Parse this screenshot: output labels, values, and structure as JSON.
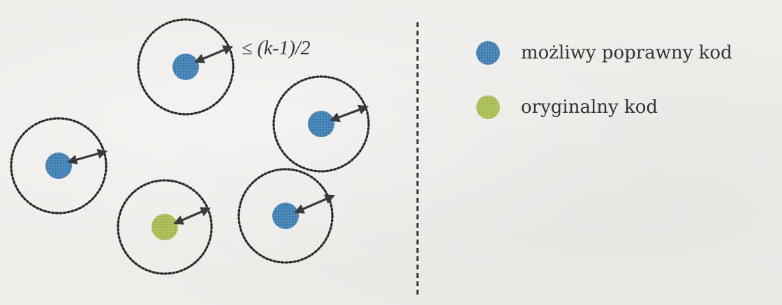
{
  "annotation": {
    "bound_text": "≤ (k-1)/2"
  },
  "legend": {
    "items": [
      {
        "key": "candidate",
        "label": "możliwy poprawny kod",
        "color": "#3f7fb2"
      },
      {
        "key": "original",
        "label": "oryginalny kod",
        "color": "#a9bd55"
      }
    ]
  },
  "colors": {
    "ring": "#2b2b2b",
    "arrow": "#3a3a3a",
    "divider": "#333333",
    "text": "#333333"
  },
  "codes": [
    {
      "kind": "candidate"
    },
    {
      "kind": "candidate"
    },
    {
      "kind": "candidate"
    },
    {
      "kind": "original"
    },
    {
      "kind": "candidate"
    }
  ]
}
